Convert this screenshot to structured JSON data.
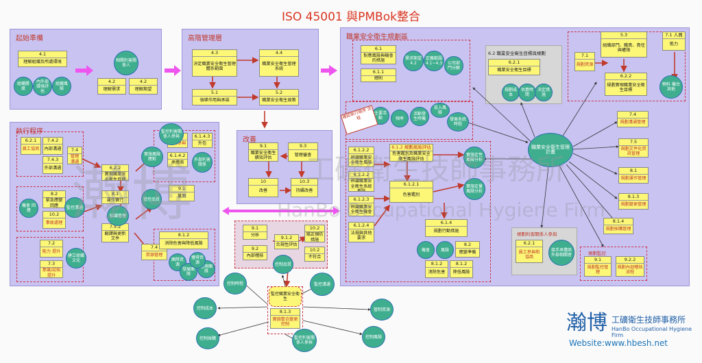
{
  "title": "ISO 45001 與PMBok整合",
  "panels": {
    "initiating": "起始準備",
    "executive": "高階管理層",
    "planning": "職業安全衛生規劃區",
    "executing": "執行程序",
    "improvement": "改善"
  },
  "boxes": {
    "b41": {
      "code": "4.1",
      "text": "理解組織及所處環境"
    },
    "b42a": {
      "code": "4.2",
      "text": "理解需求"
    },
    "b42b": {
      "code": "4.2",
      "text": "理解期望"
    },
    "b43": {
      "code": "4.3",
      "text": "決定職業安全衛生管理體系範圍"
    },
    "b44": {
      "code": "4.4",
      "text": "職業安全衛生管理系統"
    },
    "b51": {
      "code": "5.1",
      "text": "領導作用與承諾"
    },
    "b52": {
      "code": "5.2",
      "text": "職業安全衛生政策"
    },
    "b61": {
      "code": "6.1",
      "text": "對應風險與機會的措施"
    },
    "b611": {
      "code": "6.1.1",
      "text": "總則"
    },
    "b621a": {
      "code": "6.2.1",
      "text": "職業安全衛生目標"
    },
    "b53": {
      "code": "5.3",
      "text": "組織部門、職責、責任與權限"
    },
    "b71": {
      "code": "7.1",
      "text": "規劃資源"
    },
    "b71b": {
      "code": "7.1 人員",
      "text": "能力"
    },
    "b622": {
      "code": "6.2.2",
      "text": "規劃實現職業安全衛生目標"
    },
    "b621b": {
      "code": "6.2.1",
      "text": "員工協商"
    },
    "b742": {
      "code": "7.4.2",
      "text": "內部溝通"
    },
    "b743": {
      "code": "7.4.3",
      "text": "外部溝通"
    },
    "b74a": {
      "code": "7.4",
      "text": "管理溝通"
    },
    "b82": {
      "code": "8.2",
      "text": "緊急應變回應"
    },
    "b102": {
      "code": "10.2",
      "text": "事故處理"
    },
    "b72": {
      "code": "7.2",
      "text": "能力 提升"
    },
    "b73": {
      "code": "7.3",
      "text": "意識/認知 提升"
    },
    "b622b": {
      "code": "6.2.2",
      "text": "實現職業安全衛生目標"
    },
    "b81": {
      "code": "8.1",
      "text": "運作實行"
    },
    "b752": {
      "code": "7.5.2",
      "text": "翻譯與更新文件"
    },
    "b74b": {
      "code": "7.4",
      "text": "資源管理"
    },
    "b621c": {
      "code": "6.2.1",
      "text": "員工參與"
    },
    "b6143": {
      "code": "6.1.4.3",
      "text": "外包"
    },
    "b6142": {
      "code": "6.1.4.2",
      "text": "承攬商"
    },
    "b91a": {
      "code": "9.1",
      "text": "量測"
    },
    "b812": {
      "code": "8.1.2",
      "text": "消除危害與降低風險"
    },
    "b91b": {
      "code": "9.1",
      "text": "職業安全衛生績效評估"
    },
    "b93": {
      "code": "9.3",
      "text": "管理審查"
    },
    "b10": {
      "code": "10",
      "text": "改善"
    },
    "b103": {
      "code": "10.3",
      "text": "持續改善"
    },
    "b612": {
      "code": "6.1.2 規劃風險評估",
      "text": "危害鑑別及職業安全衛生風險評估"
    },
    "b6122": {
      "code": "6.1.2.2",
      "text": "辨識職業安全衛生風險"
    },
    "b6122b": {
      "code": "6.1.2.2",
      "text": "辨識職業安全衛生系統風險"
    },
    "b6123": {
      "code": "6.1.2.3",
      "text": "辨識職業安全衛生機會"
    },
    "b6124": {
      "code": "6.1.2.4",
      "text": "法規與其他要求"
    },
    "b6121": {
      "code": "6.1.2.1",
      "text": "危害鑑別"
    },
    "b614": {
      "code": "6.1.4",
      "text": "規劃行動措施"
    },
    "b82b": {
      "code": "8.2",
      "text": "應變準備"
    },
    "b812b": {
      "code": "8.1.2",
      "text": "消除危害"
    },
    "b812c": {
      "code": "8.1.2",
      "text": "降低風險"
    },
    "b74c": {
      "code": "7.4",
      "text": "規劃溝通管理"
    },
    "b75": {
      "code": "7.5",
      "text": "規劃文件化資訊管理"
    },
    "b81r": {
      "code": "8.1",
      "text": "規劃運作管理"
    },
    "b813": {
      "code": "8.1.3",
      "text": "規劃變更管理"
    },
    "b814": {
      "code": "8.1.4",
      "text": "規劃採購管理"
    },
    "b621d": {
      "code": "6.2.1",
      "text": "員工參與和協商"
    },
    "b91c": {
      "code": "9.1",
      "text": "規劃監控管理"
    },
    "b922": {
      "code": "9.2.2",
      "text": "規劃內部稽核流程"
    },
    "b91d": {
      "code": "9.1",
      "text": "分析"
    },
    "b912": {
      "code": "9.1.2",
      "text": "合規性評估"
    },
    "b92": {
      "code": "9.2",
      "text": "內部稽核"
    },
    "b1022": {
      "code": "10.2",
      "text": "矯正預防措施"
    },
    "b102c": {
      "code": "10.2",
      "text": "不符合"
    },
    "b813b": {
      "code": "8.1.3",
      "text": "實施整合變更控制"
    }
  },
  "circles": {
    "c_party": "相關利害關係人",
    "c_org": "組織勝度",
    "c_env": "內外部環境評估",
    "c_risk": "組織風險",
    "c_need": "需求期望 4.2",
    "c_scope": "定義範圍 4.1~4.3",
    "c_dept": "公司部門分解",
    "c_cost": "規劃成本",
    "c_time": "估算時間",
    "c_decide": "決定措施",
    "c_main": "職業安全衛生管理計畫",
    "c_person": "物料 機台 其他",
    "c_hr": "監控利害關係人參與",
    "c_ext": "外部利害關係",
    "c_mon1": "監控溝通",
    "c_mon2": "管控品質",
    "c_know": "知識管理",
    "c_emerg": "機會 回應",
    "c_resp": "實施風險應對",
    "c_cult": "建立組織文化",
    "c_pm1": "團隊資源",
    "c_pm2": "發展團隊",
    "c_pm3": "管理團隊",
    "c_pm4": "獲得資源",
    "c_act1": "主要活動",
    "c_act2": "頻率",
    "c_act3": "活動發生時機",
    "c_act4": "投入風險",
    "c_act5": "發展系統時程",
    "c_rq1": "實施定性風險分析",
    "c_rq2": "實施定量風險分析",
    "c_opp1": "機會",
    "c_opp2": "風險",
    "c_sup1": "接手承攬商外部相關者",
    "c_ctrl1": "控制品質",
    "c_ctrl2": "控制時程",
    "c_ctrl3": "控制成本",
    "c_ctrl4": "控制採購",
    "c_ctrl5": "監控利害關係人參與",
    "c_ctrl6": "控制風險",
    "c_ctrl7": "監控溝通",
    "c_ctrl8": "管制資源",
    "c_monitor": "監控職業安全衛生"
  },
  "labels": {
    "obj_title": "6.2 職業安全衛生目標與規劃",
    "emerg_title": "規劃利害關係人參與",
    "monitor_title": "規劃監控",
    "stamp": "確認執行順序 流程"
  },
  "watermark": {
    "cn": "工礦衛生技師事務所",
    "en": "HanBo Occupational Hygiene Firm",
    "mark": "瀚博"
  },
  "logo": {
    "mark": "瀚博",
    "cn": "工礦衛生技師事務所",
    "en": "HanBo Occupational Hygiene Firm"
  },
  "website": "Website:www.hbesh.net",
  "colors": {
    "panel": "#c9c3f2",
    "box": "#fcf777",
    "circle": "#3fae8e",
    "accent": "#d9341f",
    "arrow": "#c0392b",
    "pink": "#ee55ee"
  }
}
